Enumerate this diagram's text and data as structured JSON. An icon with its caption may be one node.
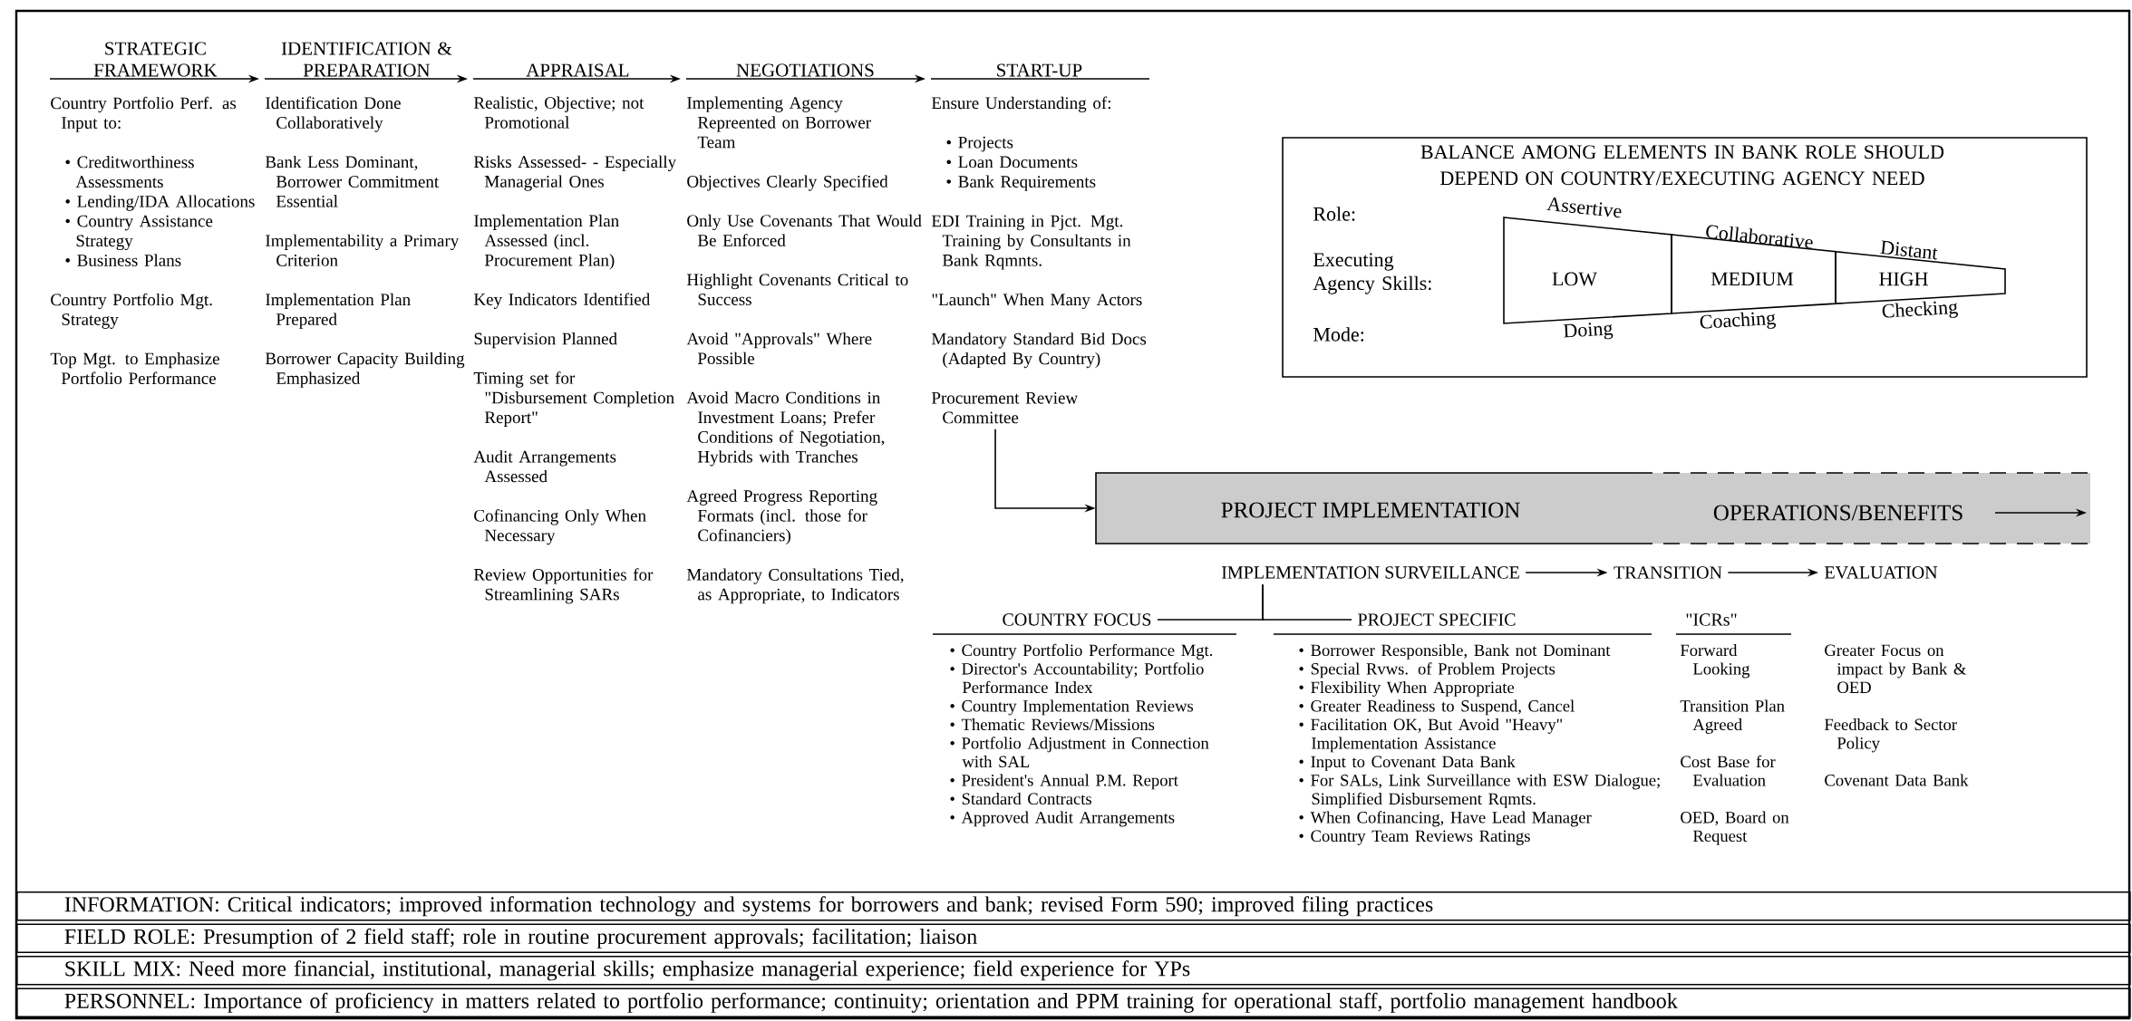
{
  "diagram": {
    "nodes": [
      {
        "text": [
          "STRATEGIC FRAMEWORK",
          "Country Portfolio Perf. as Input to:",
          "• Creditworthiness Assessments",
          "• Lending/IDA Allocations",
          "• Country Assistance Strategy",
          "• Business Plans",
          "Country Portfolio Mgt. Strategy",
          "Top Mgt. to Emphasize Portfolio Performance"
        ]
      },
      {
        "text": [
          "IDENTIFICATION & PREPARATION",
          "Identification Done Collaboratively",
          "Bank Less Dominant, Borrower Commitment Essential",
          "Implementability a Primary Criterion",
          "Implementation Plan Prepared",
          "Borrower Capacity Building Emphasized"
        ]
      },
      {
        "text": [
          "APPRAISAL",
          "Realistic, Objective; not Promotional",
          "Risks Assessed- - Especially Managerial Ones",
          "Implementation Plan Assessed (incl. Procurement Plan)",
          "Key Indicators Identified",
          "Supervision Planned",
          "Timing set for \"Disbursement Completion Report\"",
          "Audit Arrangements Assessed",
          "Cofinancing Only When Necessary",
          "Review Opportunities for Streamlining SARs"
        ]
      },
      {
        "text": [
          "NEGOTIATIONS",
          "Implementing Agency Repreented on Borrower Team",
          "Objectives Clearly Specified",
          "Only Use Covenants That Would Be Enforced",
          "Highlight Covenants Critical to Success",
          "Avoid \"Approvals\" Where Possible",
          "Avoid Macro Conditions in Investment Loans; Prefer Conditions of Negotiation, Hybrids with Tranches",
          "Agreed Progress Reporting Formats (incl. those for Cofinanciers)",
          "Mandatory Consultations Tied, as Appropriate, to Indicators"
        ]
      },
      {
        "text": [
          "START-UP",
          "Ensure Understanding of:",
          "• Projects",
          "• Loan Documents",
          "• Bank Requirements",
          "EDI Training in Pjct. Mgt. Training by Consultants in Bank Rqmnts.",
          "\"Launch\" When Many Actors",
          "Mandatory Standard Bid Docs (Adapted By Country)",
          "Procurement Review Committee"
        ]
      },
      {
        "text": [
          "PROJECT IMPLEMENTATION",
          "OPERATIONS/BENEFITS"
        ]
      },
      {
        "text": [
          "IMPLEMENTATION SURVEILLANCE"
        ]
      },
      {
        "text": [
          "TRANSITION"
        ]
      },
      {
        "text": [
          "EVALUATION"
        ]
      },
      {
        "text": [
          "COUNTRY FOCUS"
        ]
      },
      {
        "text": [
          "PROJECT SPECIFIC"
        ]
      },
      {
        "text": [
          "BALANCE AMONG ELEMENTS IN BANK ROLE SHOULD DEPEND ON COUNTRY/EXECUTING AGENCY NEED"
        ]
      },
      {
        "text": [
          "LOW"
        ],
        "in": 11
      },
      {
        "text": [
          "MEDIUM"
        ],
        "in": 11
      },
      {
        "text": [
          "HIGH"
        ],
        "in": 11
      },
      {
        "text": [
          "INFORMATION: Critical indicators; improved information technology and systems for borrowers and bank; revised Form 590; improved filing practices"
        ]
      },
      {
        "text": [
          "FIELD ROLE: Presumption of 2 field staff; role in routine procurement approvals; facilitation; liaison"
        ]
      },
      {
        "text": [
          "SKILL MIX: Need more financial, institutional, managerial skills; emphasize managerial experience; field experience for YPs"
        ]
      },
      {
        "text": [
          "PERSONNEL: Importance of proficiency in matters related to portfolio performance; continuity; orientation and PPM training for operational staff, portfolio management handbook"
        ]
      }
    ],
    "edges": [
      {
        "from": 0,
        "to": 1,
        "arrow": "to"
      },
      {
        "from": 1,
        "to": 2,
        "arrow": "to"
      },
      {
        "from": 2,
        "to": 3,
        "arrow": "to"
      },
      {
        "from": 3,
        "to": 4,
        "arrow": "to"
      },
      {
        "from": 4,
        "to": 5,
        "arrow": "to"
      },
      {
        "from": 6,
        "to": 7,
        "arrow": "to"
      },
      {
        "from": 7,
        "to": 8,
        "arrow": "to"
      },
      {
        "from": 6,
        "to": 9,
        "arrow": "none"
      },
      {
        "from": 6,
        "to": 10,
        "arrow": "none"
      }
    ],
    "labels": [
      "Role:",
      "Assertive",
      "Collaborative",
      "Distant",
      "Executing Agency Skills:",
      "Mode:",
      "Doing",
      "Coaching",
      "Checking",
      "• Country Portfolio Performance Mgt.",
      "• Director's Accountability; Portfolio Performance Index",
      "• Country Implementation Reviews",
      "• Thematic Reviews/Missions",
      "• Portfolio Adjustment in Connection with SAL",
      "• President's Annual P.M. Report",
      "• Standard Contracts",
      "• Approved Audit Arrangements",
      "• Borrower Responsible, Bank not Dominant",
      "• Special Rvws. of Problem Projects",
      "• Flexibility When Appropriate",
      "• Greater Readiness to Suspend, Cancel",
      "• Facilitation OK, But Avoid \"Heavy\" Implementation Assistance",
      "• Input to Covenant Data Bank",
      "• For SALs, Link Surveillance with ESW Dialogue; Simplified Disbursement Rqmts.",
      "• When Cofinancing, Have Lead Manager",
      "• Country Team Reviews Ratings",
      "\"ICRs\"",
      "Forward Looking",
      "Transition Plan Agreed",
      "Cost Base for Evaluation",
      "OED, Board on Request",
      "Greater Focus on impact by Bank & OED",
      "Feedback to Sector Policy",
      "Covenant Data Bank"
    ]
  }
}
